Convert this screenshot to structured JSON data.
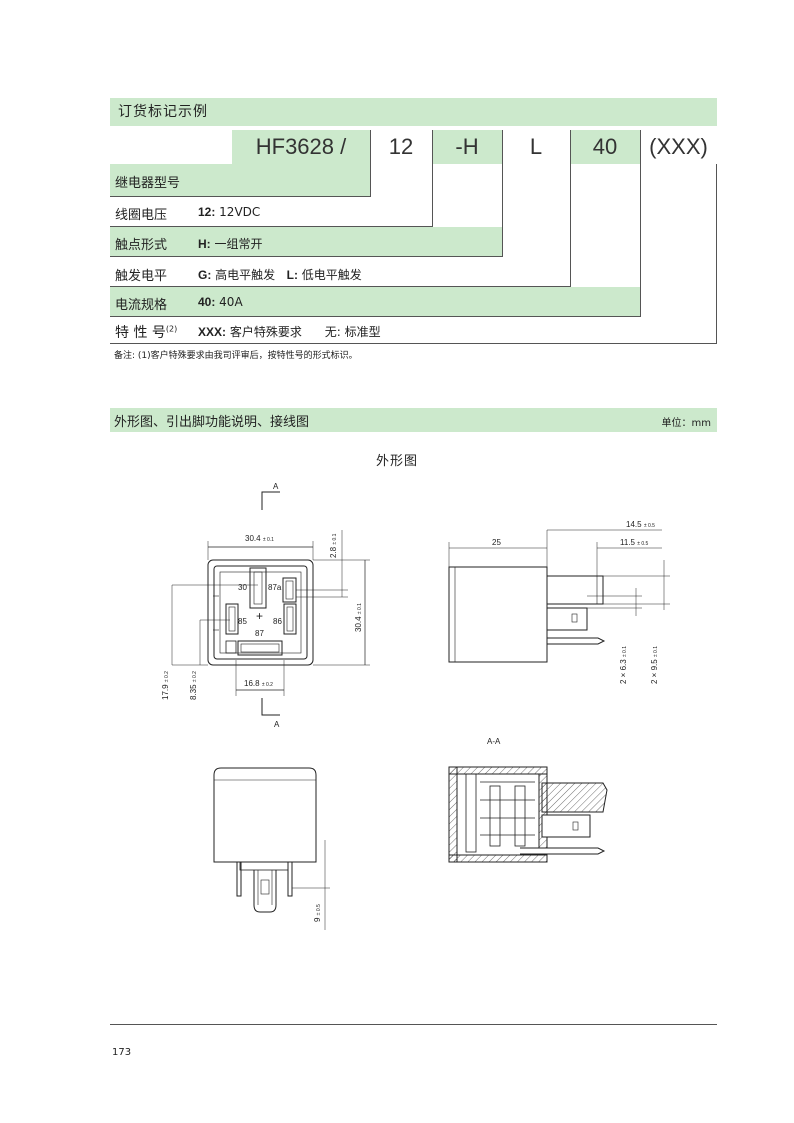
{
  "ordering": {
    "title": "订货标记示例",
    "codes": [
      "HF3628 /",
      "12",
      "-H",
      "L",
      "40",
      "(XXX)"
    ],
    "rows": [
      {
        "label": "继电器型号",
        "key": "",
        "text": ""
      },
      {
        "label": "线圈电压",
        "key": "12:",
        "text": "12VDC"
      },
      {
        "label": "触点形式",
        "key": "H:",
        "text": "一组常开"
      },
      {
        "label": "触发电平",
        "key": "G:",
        "text": "高电平触发",
        "key2": "L:",
        "text2": "低电平触发"
      },
      {
        "label": "电流规格",
        "key": "40:",
        "text": "40A"
      },
      {
        "label": "特 性 号",
        "sup": "(2)",
        "key": "XXX:",
        "text": "客户特殊要求",
        "key2": "无:",
        "text2": "标准型"
      }
    ],
    "note": "备注: (1)客户特殊要求由我司评审后，按特性号的形式标识。"
  },
  "outline": {
    "title": "外形图、引出脚功能说明、接线图",
    "unit": "单位：mm",
    "drawing_title": "外形图",
    "section_label": "A",
    "section_view": "A-A",
    "pins": {
      "p30": "30",
      "p87a": "87a",
      "p85": "85",
      "p86": "86",
      "p87": "87",
      "plus": "+"
    },
    "dims": {
      "d1": "30.4",
      "d1t": "± 0.1",
      "d2": "2.8",
      "d2t": "± 0.1",
      "d3": "30.4",
      "d3t": "± 0.1",
      "d4": "17.9",
      "d4t": "± 0.2",
      "d5": "8.35",
      "d5t": "± 0.2",
      "d6": "16.8",
      "d6t": "± 0.2",
      "d7": "14.5",
      "d7t": "± 0.5",
      "d8": "25",
      "d9": "11.5",
      "d9t": "± 0.5",
      "d10": "2 × 6.3",
      "d10t": "± 0.1",
      "d11": "2 × 9.5",
      "d11t": "± 0.1",
      "d12": "9",
      "d12t": "± 0.5"
    }
  },
  "footer": {
    "page": "173"
  }
}
